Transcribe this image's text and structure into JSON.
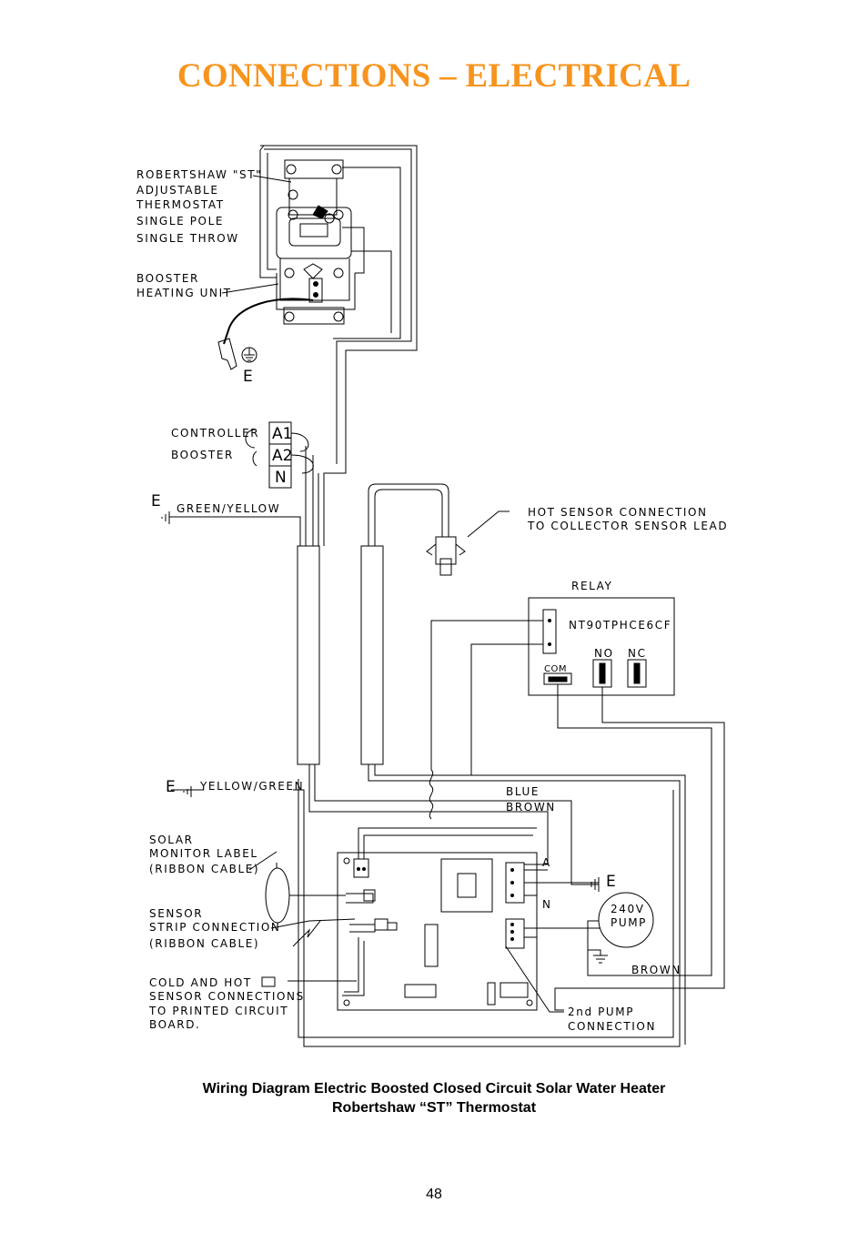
{
  "page": {
    "title": "CONNECTIONS – ELECTRICAL",
    "caption_line1": "Wiring Diagram Electric Boosted Closed Circuit Solar Water Heater",
    "caption_line2": "Robertshaw “ST” Thermostat",
    "page_number": "48"
  },
  "colors": {
    "title": "#f7941d",
    "lines": "#000000"
  },
  "diagram": {
    "labels": {
      "thermostat_1": "ROBERTSHAW \"ST\"",
      "thermostat_2": "ADJUSTABLE",
      "thermostat_3": "THERMOSTAT",
      "thermostat_4": "SINGLE POLE",
      "thermostat_5": "SINGLE THROW",
      "booster_1": "BOOSTER",
      "booster_2": "HEATING UNIT",
      "earth_top": "E",
      "controller": "CONTROLLER",
      "booster": "BOOSTER",
      "terminal_a1": "A1",
      "terminal_a2": "A2",
      "terminal_n": "N",
      "earth_green": "E",
      "green_yellow": "GREEN/YELLOW",
      "hot_sensor_1": "HOT SENSOR CONNECTION",
      "hot_sensor_2": "TO COLLECTOR SENSOR LEAD",
      "relay": "RELAY",
      "relay_model": "NT90TPHCE6CF",
      "relay_no": "NO",
      "relay_nc": "NC",
      "relay_com": "COM",
      "earth_yellow": "E",
      "yellow_green": "YELLOW/GREEN",
      "blue": "BLUE",
      "brown": "BROWN",
      "solar_1": "SOLAR",
      "solar_2": "MONITOR LABEL",
      "solar_3": "(RIBBON CABLE)",
      "sensor_1": "SENSOR",
      "sensor_2": "STRIP CONNECTION",
      "sensor_3": "(RIBBON CABLE)",
      "cold_1": "COLD AND HOT",
      "cold_2": "SENSOR CONNECTIONS",
      "cold_3": "TO PRINTED CIRCUIT",
      "cold_4": "BOARD.",
      "pcb_a": "A",
      "pcb_n": "N",
      "earth_pcb": "E",
      "pump_1": "240V",
      "pump_2": "PUMP",
      "pump_brown": "BROWN",
      "second_pump_1": "2nd PUMP",
      "second_pump_2": "CONNECTION"
    }
  }
}
